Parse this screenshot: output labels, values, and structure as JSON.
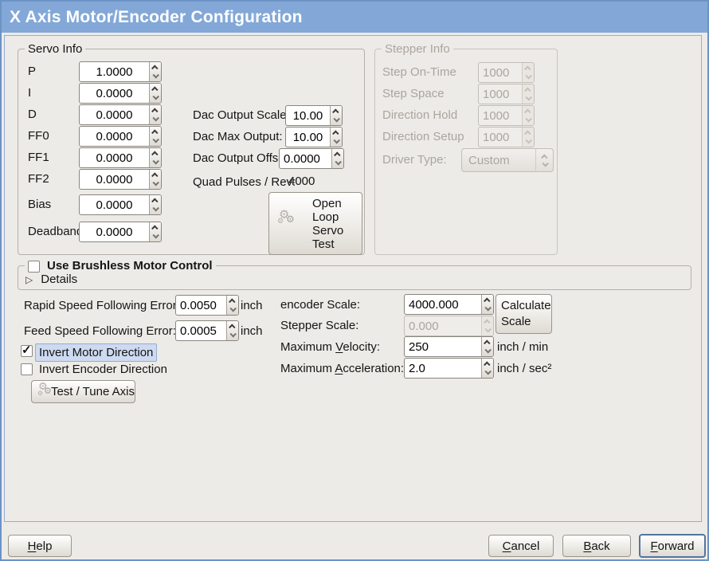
{
  "window": {
    "title": "X Axis Motor/Encoder Configuration"
  },
  "colors": {
    "titlebar": "#83a8d8",
    "window_bg": "#edebe7",
    "panel_border": "#92aed6",
    "focus_label_bg": "#cddaf0"
  },
  "glyphs": {
    "check": "✓",
    "expander_collapsed": "▷",
    "gear": "⚙"
  },
  "servo": {
    "frame_label": "Servo Info",
    "rows": [
      {
        "label": "P",
        "value": "1.0000"
      },
      {
        "label": "I",
        "value": "0.0000"
      },
      {
        "label": "D",
        "value": "0.0000"
      },
      {
        "label": "FF0",
        "value": "0.0000"
      },
      {
        "label": "FF1",
        "value": "0.0000"
      },
      {
        "label": "FF2",
        "value": "0.0000"
      },
      {
        "label": "Bias",
        "value": "0.0000"
      },
      {
        "label": "Deadband",
        "value": "0.0000"
      }
    ]
  },
  "dac": {
    "rows": [
      {
        "label": "Dac Output Scale:",
        "value": "10.00"
      },
      {
        "label": "Dac Max Output:",
        "value": "10.00"
      },
      {
        "label": "Dac Output Offset:",
        "value": "0.0000"
      }
    ],
    "quad_label": "Quad Pulses / Rev:",
    "quad_value": "4000",
    "open_loop_button": "Open\nLoop\nServo\nTest"
  },
  "stepper": {
    "frame_label": "Stepper Info",
    "rows": [
      {
        "label": "Step On-Time",
        "value": "1000"
      },
      {
        "label": "Step Space",
        "value": "1000"
      },
      {
        "label": "Direction Hold",
        "value": "1000"
      },
      {
        "label": "Direction Setup",
        "value": "1000"
      }
    ],
    "driver_type_label": "Driver Type:",
    "driver_type_value": "Custom"
  },
  "brushless": {
    "checkbox_label": "Use Brushless Motor Control",
    "details_label": "Details"
  },
  "following_error": {
    "rapid_label": "Rapid Speed Following Error:",
    "rapid_value": "0.0050",
    "rapid_unit": "inch",
    "feed_label": "Feed Speed Following Error:",
    "feed_value": "0.0005",
    "feed_unit": "inch"
  },
  "direction": {
    "invert_motor_label": "Invert Motor Direction",
    "invert_encoder_label": "Invert Encoder Direction"
  },
  "test_tune_button": "Test / Tune Axis",
  "scale": {
    "encoder_label": "encoder Scale:",
    "encoder_value": "4000.000",
    "calculate_button": "Calculate\nScale",
    "stepper_label": "Stepper Scale:",
    "stepper_value": "0.000",
    "velocity": {
      "pre": "Maximum ",
      "u": "V",
      "post": "elocity:"
    },
    "velocity_value": "250",
    "velocity_unit": "inch / min",
    "accel": {
      "pre": "Maximum ",
      "u": "A",
      "post": "cceleration:"
    },
    "accel_value": "2.0",
    "accel_unit": "inch / sec²"
  },
  "buttons": {
    "help": {
      "u": "H",
      "post": "elp"
    },
    "cancel": {
      "u": "C",
      "post": "ancel"
    },
    "back": {
      "u": "B",
      "post": "ack"
    },
    "forward": {
      "u": "F",
      "post": "orward"
    }
  }
}
